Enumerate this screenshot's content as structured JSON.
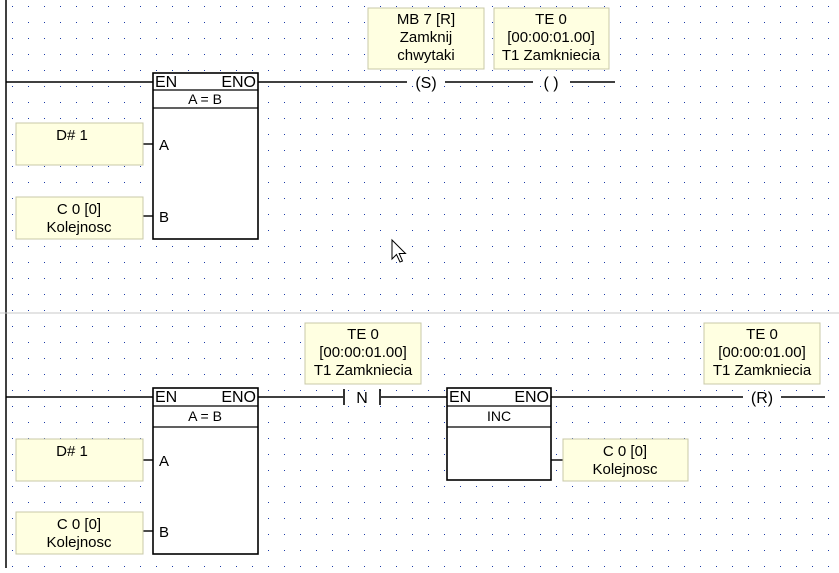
{
  "grid": {
    "dot_color": "#1a3aa8",
    "rail_color": "#000000",
    "separator_color": "#c8c8c8"
  },
  "network1": {
    "compare": {
      "en": "EN",
      "eno": "ENO",
      "title": "A = B",
      "pin_a": "A",
      "pin_b": "B"
    },
    "input_a": {
      "line1": "D# 1"
    },
    "input_b": {
      "line1": "C 0 [0]",
      "line2": "Kolejnosc"
    },
    "set_coil": {
      "symbol": "(S)",
      "line1": "MB 7 [R]",
      "line2": "Zamknij",
      "line3": "chwytaki"
    },
    "timer_coil": {
      "symbol": "( )",
      "line1": "TE 0",
      "line2": "[00:00:01.00]",
      "line3": "T1 Zamkniecia"
    }
  },
  "network2": {
    "compare": {
      "en": "EN",
      "eno": "ENO",
      "title": "A = B",
      "pin_a": "A",
      "pin_b": "B"
    },
    "input_a": {
      "line1": "D# 1"
    },
    "input_b": {
      "line1": "C 0 [0]",
      "line2": "Kolejnosc"
    },
    "neg_contact": {
      "symbol": "N",
      "line1": "TE 0",
      "line2": "[00:00:01.00]",
      "line3": "T1 Zamkniecia"
    },
    "inc": {
      "en": "EN",
      "eno": "ENO",
      "title": "INC",
      "operand_line1": "C 0 [0]",
      "operand_line2": "Kolejnosc"
    },
    "reset_coil": {
      "symbol": "(R)",
      "line1": "TE 0",
      "line2": "[00:00:01.00]",
      "line3": "T1 Zamkniecia"
    }
  }
}
